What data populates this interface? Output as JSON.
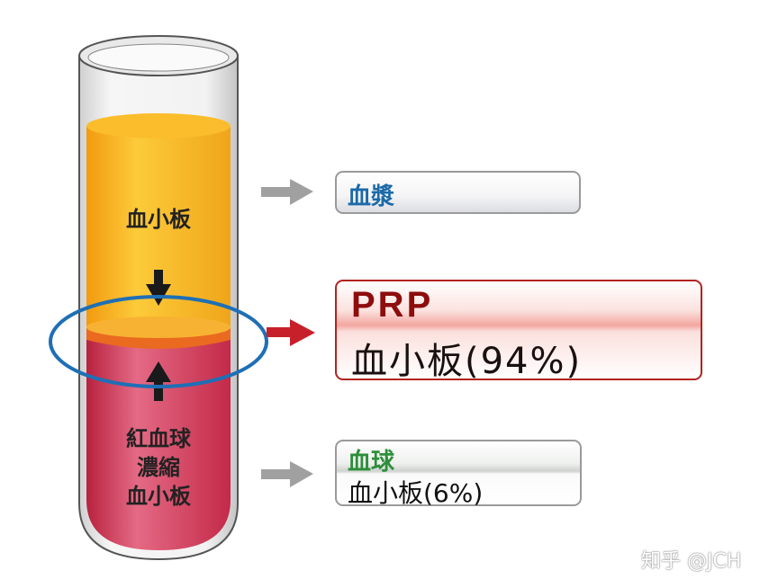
{
  "tube": {
    "upper_layer_label": "血小板",
    "lower_layer_label": [
      "紅血球",
      "濃縮",
      "血小板"
    ]
  },
  "labels": {
    "plasma": {
      "title": "血漿"
    },
    "prp": {
      "title": "PRP",
      "subtitle": "血小板(94%)"
    },
    "cells": {
      "title": "血球",
      "subtitle": "血小板(6%)"
    }
  },
  "watermark": "知乎 @JCH",
  "colors": {
    "plasma_layer": "#f6b51c",
    "red_layer": "#d0344f",
    "highlight_ellipse": "#1f6fb5",
    "prp_arrow": "#c8202a",
    "gray_arrow": "#a0a0a0"
  }
}
